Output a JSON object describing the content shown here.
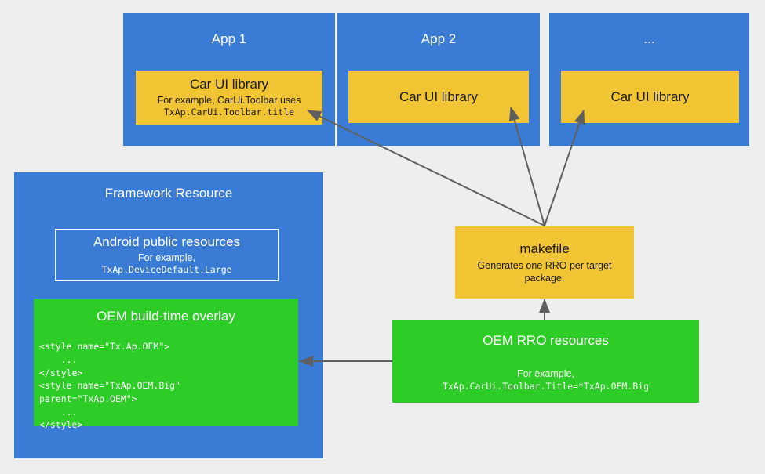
{
  "diagram": {
    "title": "Car UI library RRO resource overlay architecture",
    "colors": {
      "background": "#eeeeee",
      "blue": "#3a7bd5",
      "yellow": "#f0c432",
      "green": "#2ecc27",
      "arrow": "#5f5f5f",
      "white": "#ffffff"
    },
    "apps": [
      {
        "header": "App 1",
        "library_title": "Car UI library",
        "library_example_label": "For example, CarUi.Toolbar uses",
        "library_example_code": "TxAp.CarUi.Toolbar.title"
      },
      {
        "header": "App 2",
        "library_title": "Car UI library",
        "library_example_label": "",
        "library_example_code": ""
      },
      {
        "header": "...",
        "library_title": "Car UI library",
        "library_example_label": "",
        "library_example_code": ""
      }
    ],
    "framework": {
      "header": "Framework Resource",
      "public_resources": {
        "title": "Android public resources",
        "example_label": "For example,",
        "example_code": "TxAp.DeviceDefault.Large"
      },
      "build_time_overlay": {
        "title": "OEM build-time overlay",
        "code": "<style name=\"Tx.Ap.OEM\">\n    ...\n</style>\n<style name=\"TxAp.OEM.Big\"\nparent=\"TxAp.OEM\">\n    ...\n</style>"
      }
    },
    "makefile": {
      "title": "makefile",
      "description": "Generates one RRO per target package."
    },
    "rro": {
      "title": "OEM RRO resources",
      "example_label": "For example,",
      "example_code": "TxAp.CarUi.Toolbar.Title=*TxAp.OEM.Big"
    }
  }
}
